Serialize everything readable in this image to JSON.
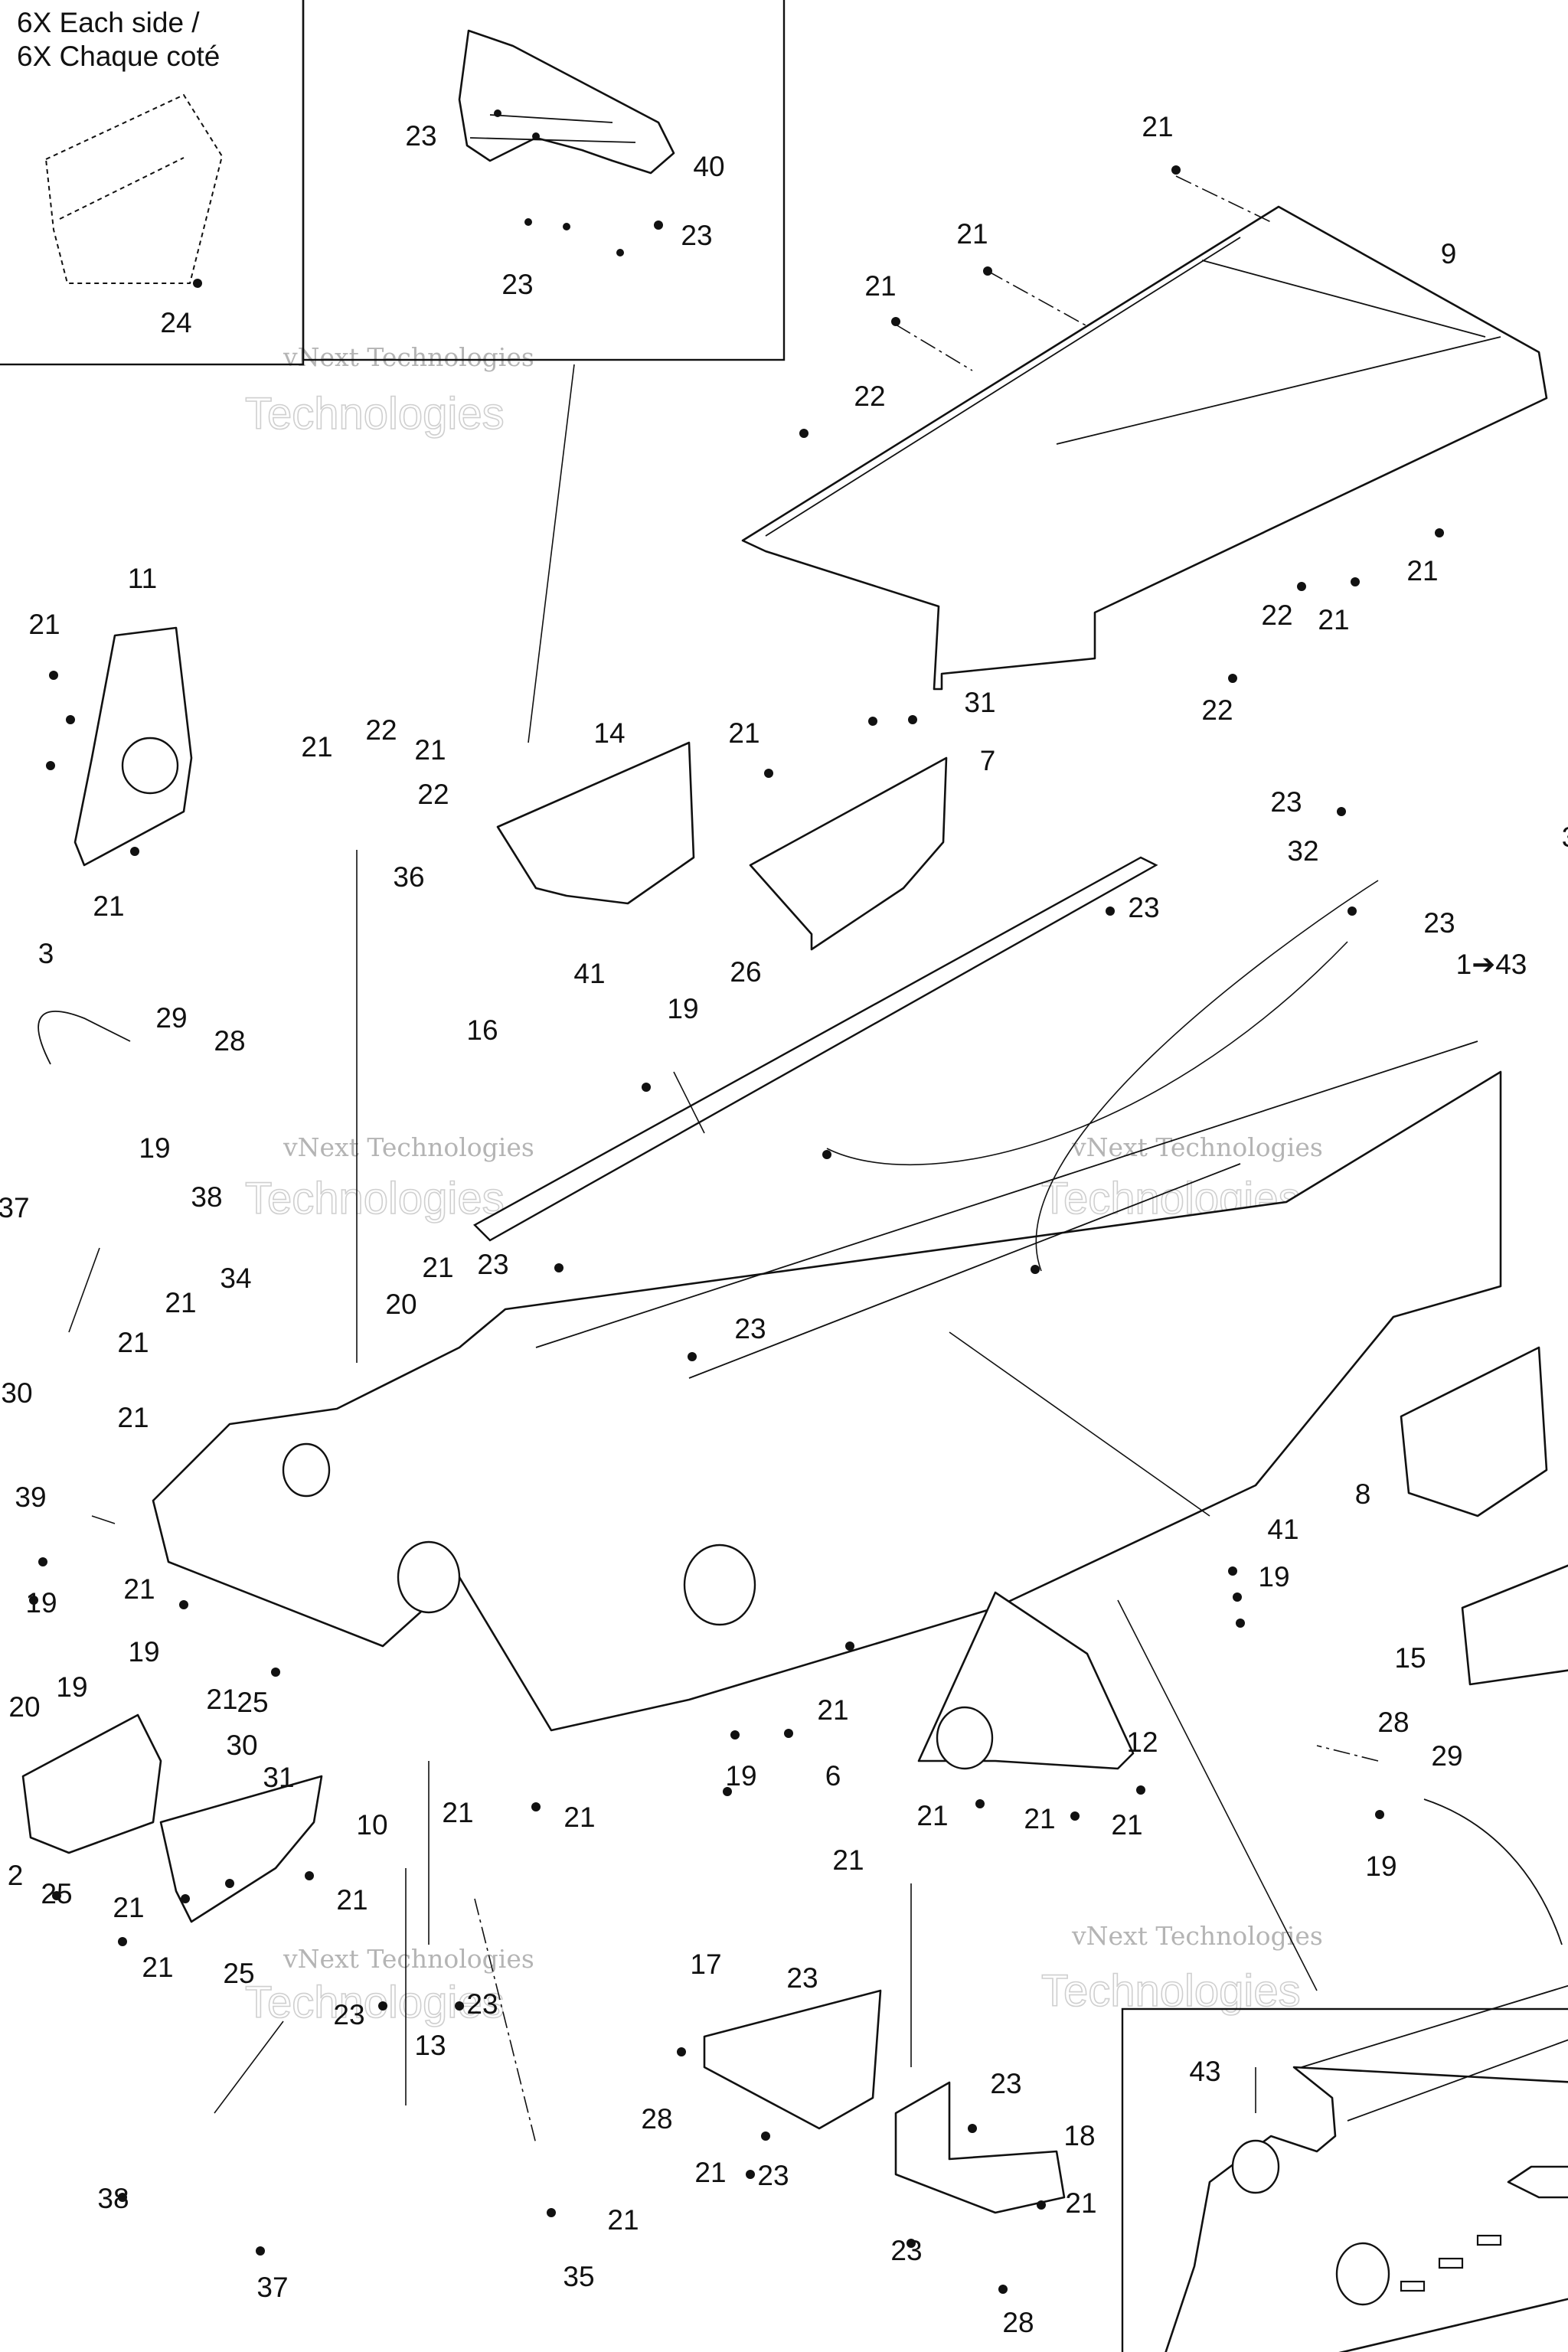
{
  "inset_note": {
    "line1": "6X Each side /",
    "line2": "6X Chaque coté"
  },
  "watermark": {
    "line1": "vNext Technologies",
    "line2": "Technologies"
  },
  "callouts": [
    "24",
    "23",
    "40",
    "23",
    "23",
    "21",
    "21",
    "9",
    "21",
    "22",
    "21",
    "22",
    "21",
    "22",
    "11",
    "21",
    "21",
    "14",
    "21",
    "31",
    "7",
    "21",
    "22",
    "21",
    "22",
    "36",
    "23",
    "32",
    "3",
    "23",
    "41",
    "19",
    "26",
    "1➔43",
    "23",
    "16",
    "3",
    "29",
    "28",
    "19",
    "37",
    "38",
    "21",
    "23",
    "23",
    "20",
    "21",
    "34",
    "21",
    "30",
    "21",
    "39",
    "19",
    "21",
    "19",
    "20",
    "19",
    "30",
    "21",
    "25",
    "31",
    "2",
    "25",
    "10",
    "21",
    "21",
    "21",
    "25",
    "21",
    "21",
    "19",
    "21",
    "6",
    "21",
    "8",
    "41",
    "19",
    "15",
    "12",
    "21",
    "21",
    "21",
    "28",
    "29",
    "19",
    "23",
    "23",
    "13",
    "17",
    "23",
    "28",
    "21",
    "23",
    "23",
    "18",
    "21",
    "23",
    "28",
    "38",
    "37",
    "21",
    "35",
    "43"
  ]
}
